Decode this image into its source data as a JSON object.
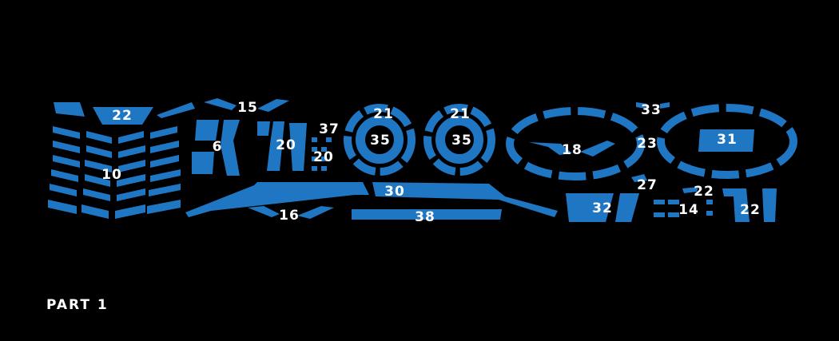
{
  "part_label": "PART 1",
  "colors": {
    "background": "#000000",
    "piece": "#1f77c4",
    "label": "#ffffff"
  },
  "pieces": [
    {
      "id": "piece-22-a",
      "label": "22"
    },
    {
      "id": "piece-10",
      "label": "10"
    },
    {
      "id": "piece-15",
      "label": "15"
    },
    {
      "id": "piece-6",
      "label": "6"
    },
    {
      "id": "piece-20-a",
      "label": "20"
    },
    {
      "id": "piece-37",
      "label": "37"
    },
    {
      "id": "piece-20-b",
      "label": "20"
    },
    {
      "id": "piece-21-a",
      "label": "21"
    },
    {
      "id": "piece-35-a",
      "label": "35"
    },
    {
      "id": "piece-21-b",
      "label": "21"
    },
    {
      "id": "piece-35-b",
      "label": "35"
    },
    {
      "id": "piece-18",
      "label": "18"
    },
    {
      "id": "piece-33",
      "label": "33"
    },
    {
      "id": "piece-23",
      "label": "23"
    },
    {
      "id": "piece-31",
      "label": "31"
    },
    {
      "id": "piece-27",
      "label": "27"
    },
    {
      "id": "piece-30",
      "label": "30"
    },
    {
      "id": "piece-16",
      "label": "16"
    },
    {
      "id": "piece-38",
      "label": "38"
    },
    {
      "id": "piece-32",
      "label": "32"
    },
    {
      "id": "piece-22-b",
      "label": "22"
    },
    {
      "id": "piece-14",
      "label": "14"
    },
    {
      "id": "piece-22-c",
      "label": "22"
    }
  ]
}
